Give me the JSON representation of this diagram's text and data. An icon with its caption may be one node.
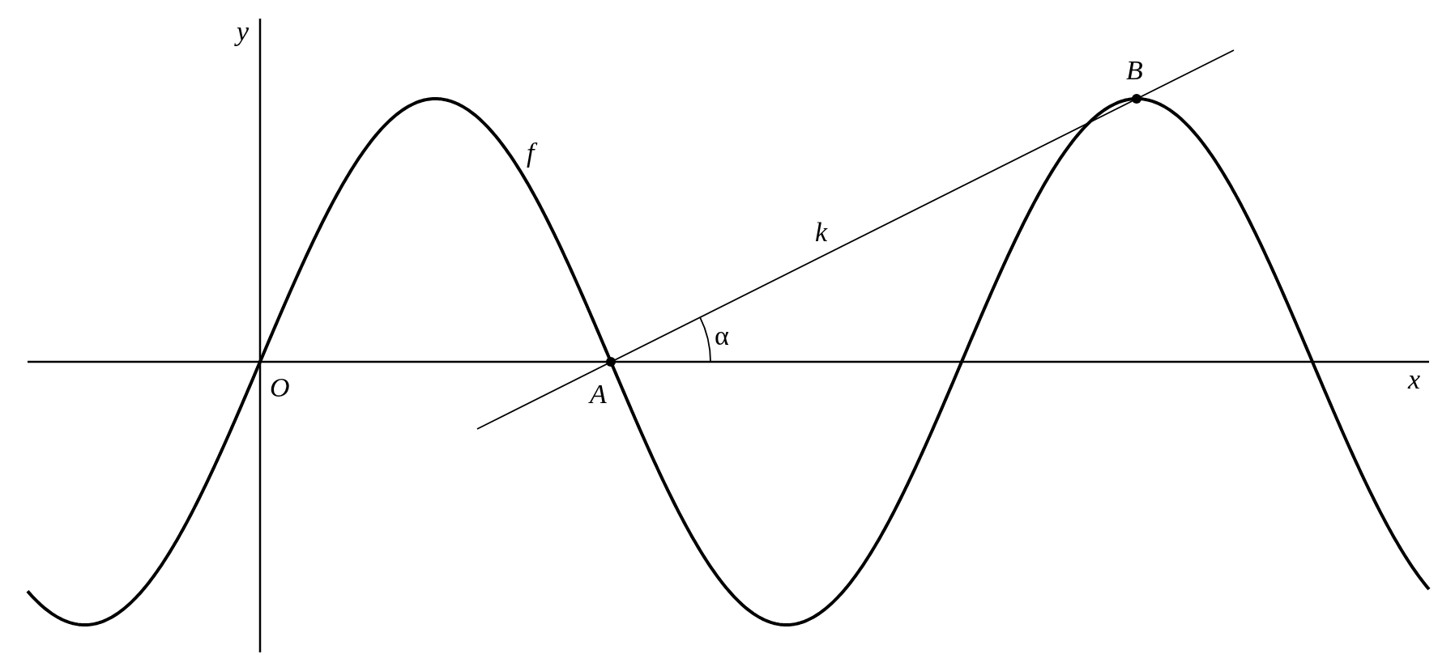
{
  "diagram": {
    "labels": [
      "y",
      "B",
      "f",
      "k",
      "α",
      "O",
      "A",
      "x"
    ]
  }
}
